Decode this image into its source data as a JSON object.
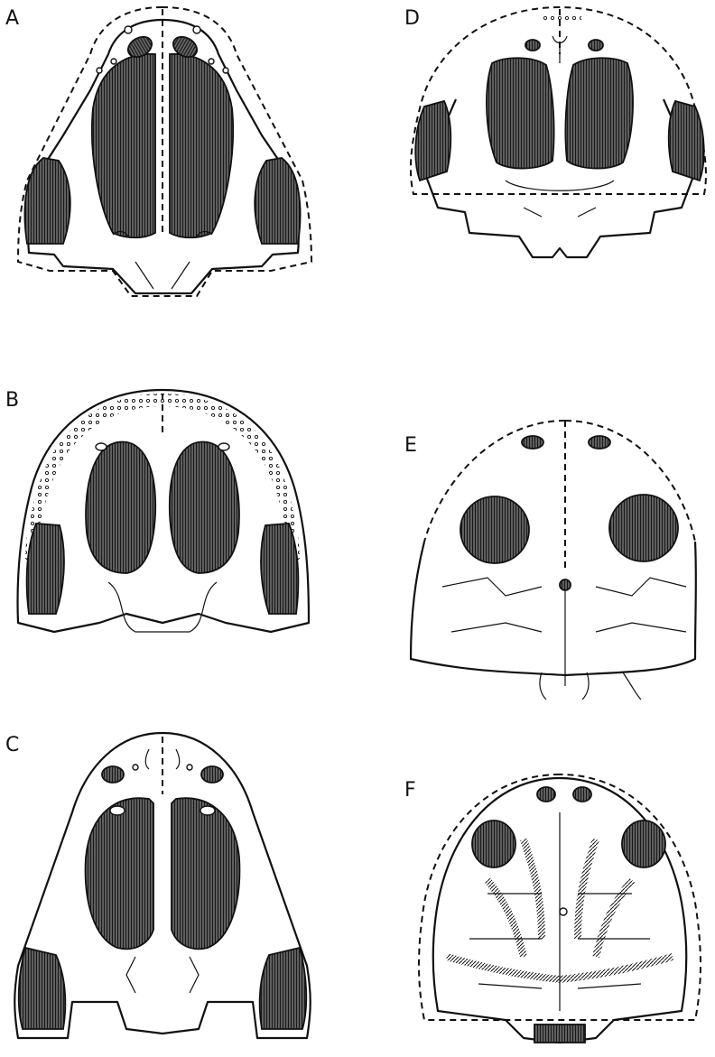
{
  "figure": {
    "panels": [
      {
        "id": "A",
        "label": "A"
      },
      {
        "id": "B",
        "label": "B"
      },
      {
        "id": "C",
        "label": "C"
      },
      {
        "id": "D",
        "label": "D"
      },
      {
        "id": "E",
        "label": "E"
      },
      {
        "id": "F",
        "label": "F"
      }
    ]
  },
  "colors": {
    "ink": "#111111",
    "paper": "#ffffff"
  }
}
